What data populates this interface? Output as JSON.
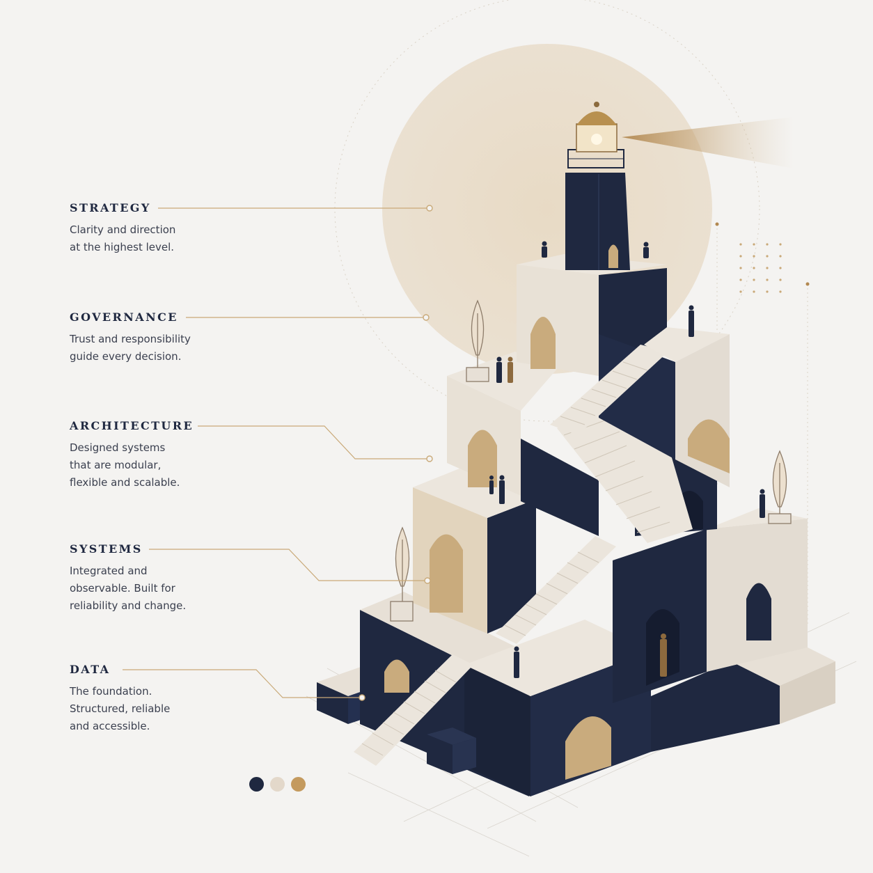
{
  "layers": [
    {
      "id": "strategy",
      "title": "STRATEGY",
      "description": "Clarity and direction\nat the highest level."
    },
    {
      "id": "governance",
      "title": "GOVERNANCE",
      "description": "Trust and responsibility\nguide every decision."
    },
    {
      "id": "architecture",
      "title": "ARCHITECTURE",
      "description": "Designed systems\nthat are modular,\nflexible and scalable."
    },
    {
      "id": "systems",
      "title": "SYSTEMS",
      "description": "Integrated and\nobservable. Built for\nreliability and change."
    },
    {
      "id": "data",
      "title": "DATA",
      "description": "The foundation.\nStructured, reliable\nand accessible."
    }
  ],
  "palette": {
    "navy": "#1f2840",
    "cream": "#e3d8ca",
    "gold": "#c49a5e",
    "background": "#f4f3f1"
  },
  "swatches": [
    "#1f2840",
    "#e3d8ca",
    "#c49a5e"
  ]
}
